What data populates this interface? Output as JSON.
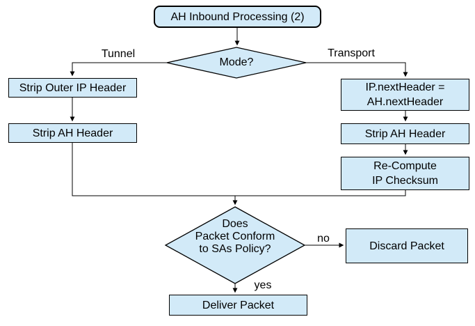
{
  "diagram": {
    "nodes": {
      "start": "AH Inbound Processing (2)",
      "mode": "Mode?",
      "strip_outer_ip": "Strip Outer IP Header",
      "strip_ah_left": "Strip AH Header",
      "ip_next_header": "IP.nextHeader =\nAH.nextHeader",
      "strip_ah_right": "Strip AH Header",
      "recompute_checksum": "Re-Compute\nIP Checksum",
      "policy_check": "Does\nPacket Conform\nto SAs Policy?",
      "discard": "Discard Packet",
      "deliver": "Deliver Packet"
    },
    "edge_labels": {
      "tunnel": "Tunnel",
      "transport": "Transport",
      "no": "no",
      "yes": "yes"
    },
    "colors": {
      "node_fill": "#d2eaf8",
      "node_border": "#000000",
      "line": "#000000",
      "background": "#ffffff"
    }
  }
}
